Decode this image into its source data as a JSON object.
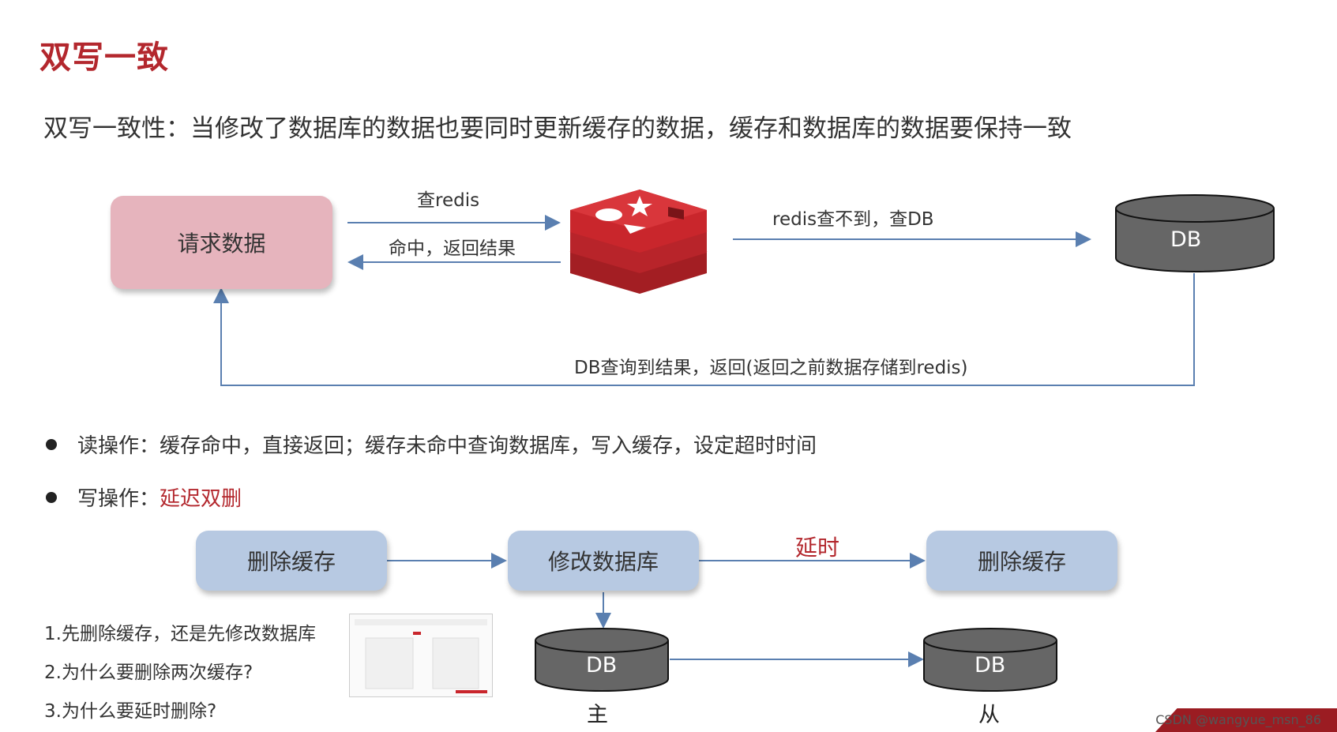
{
  "title": "双写一致",
  "description": "双写一致性：当修改了数据库的数据也要同时更新缓存的数据，缓存和数据库的数据要保持一致",
  "top_flow": {
    "request_box": "请求数据",
    "arrow_query_redis": "查redis",
    "arrow_hit_return": "命中，返回结果",
    "arrow_redis_miss": "redis查不到，查DB",
    "db_label": "DB",
    "arrow_db_return": "DB查询到结果，返回(返回之前数据存储到redis)"
  },
  "bullets": {
    "read_label": "读操作：缓存命中，直接返回；缓存未命中查询数据库，写入缓存，设定超时时间",
    "write_prefix": "写操作：",
    "write_highlight": "延迟双删"
  },
  "bottom_flow": {
    "box1": "删除缓存",
    "box2": "修改数据库",
    "delay_label": "延时",
    "box3": "删除缓存",
    "db_master": "DB",
    "db_slave": "DB",
    "master_label": "主",
    "slave_label": "从"
  },
  "questions": [
    "1.先删除缓存，还是先修改数据库",
    "2.为什么要删除两次缓存?",
    "3.为什么要延时删除?"
  ],
  "watermark": "CSDN @wangyue_msn_86",
  "colors": {
    "accent": "#b3272d",
    "arrow": "#5a7fb0",
    "request_box": "#e6b4bd",
    "step_box": "#b7c9e2",
    "db_fill": "#666666",
    "redis_red": "#c9262c"
  }
}
